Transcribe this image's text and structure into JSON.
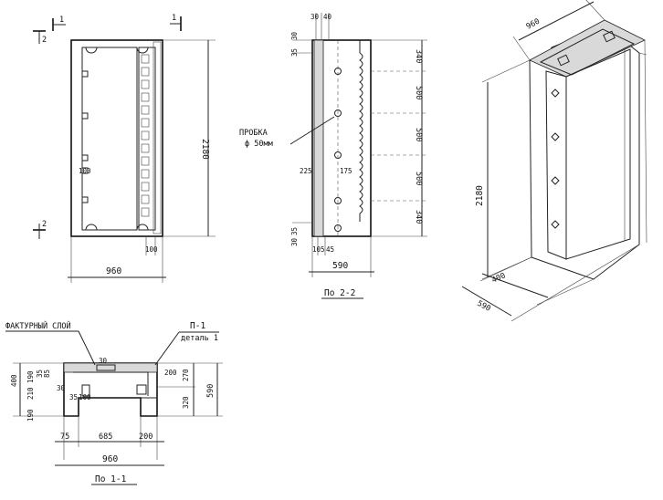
{
  "front_view": {
    "dim_height": "2180",
    "dim_width": "960",
    "dim_rib": "100",
    "dim_side": "100",
    "section_mark_top_left": "1",
    "section_mark_top_right": "1",
    "section_mark_bottom": "2",
    "section_mark_left": "2"
  },
  "section_2_2": {
    "title": "По 2-2",
    "dim_top_a": "30",
    "dim_top_b": "40",
    "dim_left_35": "35",
    "dim_left_30": "30",
    "dim_340_top": "340",
    "dim_500_a": "500",
    "dim_500_b": "500",
    "dim_500_c": "500",
    "dim_340_bottom": "340",
    "dim_225": "225",
    "dim_175": "175",
    "dim_bottom_30": "30",
    "dim_bottom_35": "35",
    "dim_bottom_105": "105",
    "dim_bottom_45": "45",
    "dim_width": "590",
    "plug_label": "ПРОБКА",
    "plug_diameter": "ф 50мм"
  },
  "section_1_1": {
    "title": "По 1-1",
    "texture_layer": "ФАКТУРНЫЙ СЛОЙ",
    "p1_label": "П-1",
    "detail_label": "деталь 1",
    "dim_400": "400",
    "dim_210": "210",
    "dim_190_top": "190",
    "dim_190_bottom": "190",
    "dim_30": "30",
    "dim_35": "35",
    "dim_85": "85",
    "dim_30b": "30",
    "dim_35b": "35",
    "dim_100": "100",
    "dim_200": "200",
    "dim_270": "270",
    "dim_320": "320",
    "dim_590": "590",
    "dim_75": "75",
    "dim_685": "685",
    "dim_200b": "200",
    "dim_960": "960"
  },
  "isometric": {
    "dim_width": "960",
    "dim_height": "2180",
    "dim_depth_400": "400",
    "dim_depth_590": "590"
  }
}
